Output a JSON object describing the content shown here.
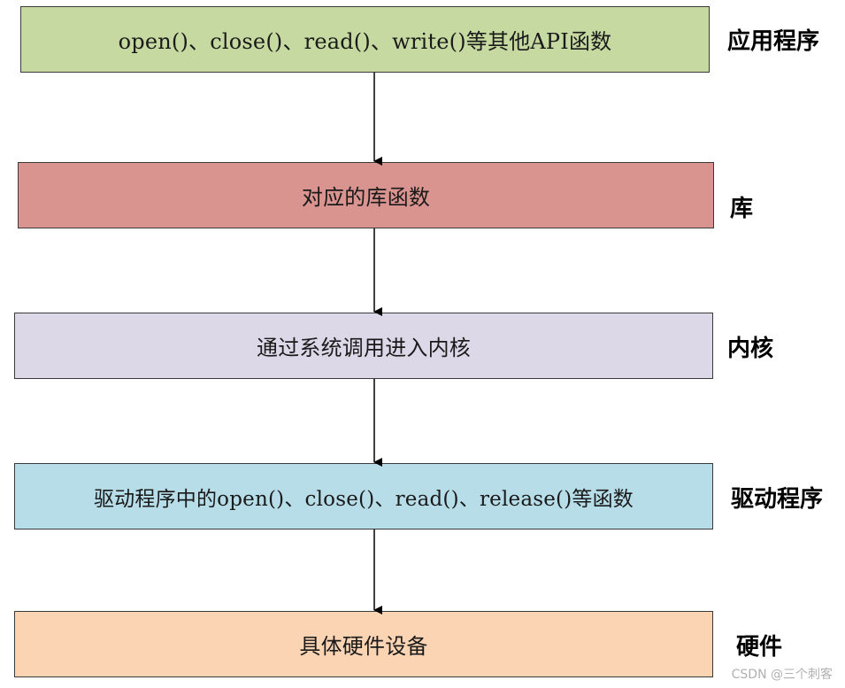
{
  "layers": [
    {
      "box_text": "open()、close()、read()、write()等其他API函数",
      "side_label": "应用程序",
      "fill": "#c5d9a0"
    },
    {
      "box_text": "对应的库函数",
      "side_label": "库",
      "fill": "#d9948f"
    },
    {
      "box_text": "通过系统调用进入内核",
      "side_label": "内核",
      "fill": "#ddd8e8"
    },
    {
      "box_text": "驱动程序中的open()、close()、read()、release()等函数",
      "side_label": "驱动程序",
      "fill": "#b7dde8"
    },
    {
      "box_text": "具体硬件设备",
      "side_label": "硬件",
      "fill": "#fbd4b4"
    }
  ],
  "colors": {
    "border": "#3a3a3a",
    "arrow": "#000000"
  },
  "watermark": "CSDN @三个刺客"
}
